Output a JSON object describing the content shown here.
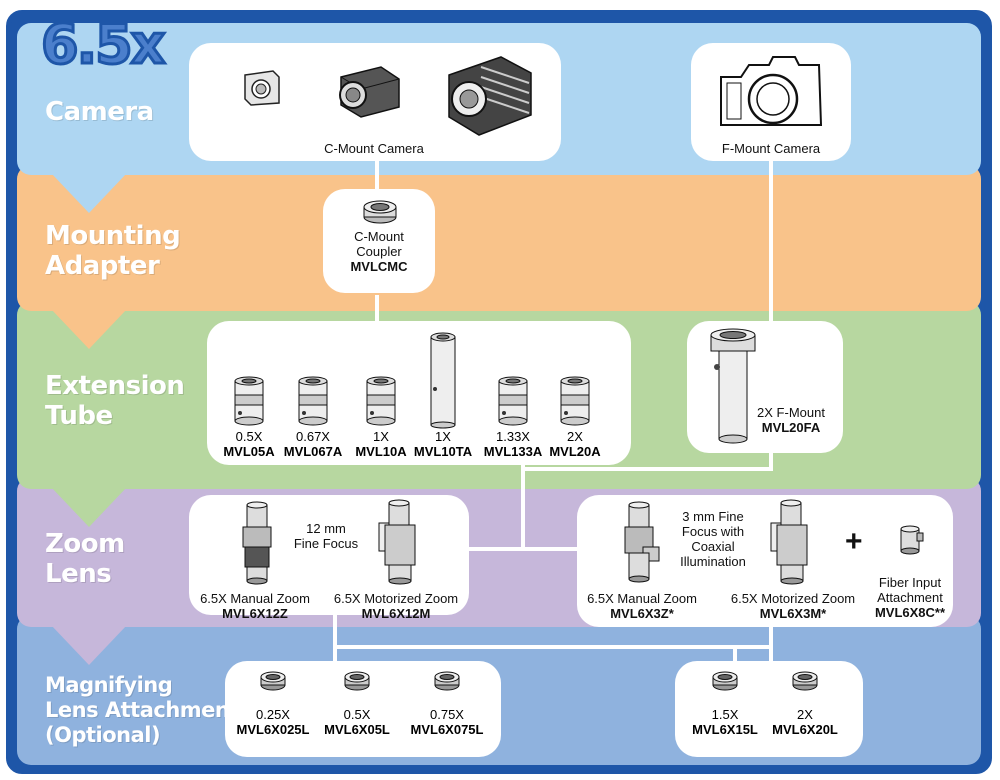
{
  "title": "6.5x",
  "bands": {
    "camera": "Camera",
    "mounting": "Mounting\nAdapter",
    "extension": "Extension\nTube",
    "zoom": "Zoom\nLens",
    "magnifying": "Magnifying\nLens Attachment\n(Optional)"
  },
  "camera": {
    "c_mount": "C-Mount Camera",
    "f_mount": "F-Mount Camera"
  },
  "adapter": {
    "name": "C-Mount\nCoupler",
    "code": "MVLCMC"
  },
  "extension_tubes": [
    {
      "name": "0.5X",
      "code": "MVL05A"
    },
    {
      "name": "0.67X",
      "code": "MVL067A"
    },
    {
      "name": "1X",
      "code": "MVL10A"
    },
    {
      "name": "1X",
      "code": "MVL10TA"
    },
    {
      "name": "1.33X",
      "code": "MVL133A"
    },
    {
      "name": "2X",
      "code": "MVL20A"
    }
  ],
  "extension_fmount": {
    "name": "2X F-Mount",
    "code": "MVL20FA"
  },
  "zoom_left": {
    "note": "12 mm\nFine Focus",
    "items": [
      {
        "name": "6.5X Manual Zoom",
        "code": "MVL6X12Z"
      },
      {
        "name": "6.5X Motorized Zoom",
        "code": "MVL6X12M"
      }
    ]
  },
  "zoom_right": {
    "note": "3 mm Fine\nFocus with\nCoaxial\nIllumination",
    "items": [
      {
        "name": "6.5X Manual Zoom",
        "code": "MVL6X3Z*"
      },
      {
        "name": "6.5X Motorized Zoom",
        "code": "MVL6X3M*"
      },
      {
        "name": "Fiber Input\nAttachment",
        "code": "MVL6X8C**"
      }
    ],
    "plus": "+"
  },
  "magnifiers_left": [
    {
      "name": "0.25X",
      "code": "MVL6X025L"
    },
    {
      "name": "0.5X",
      "code": "MVL6X05L"
    },
    {
      "name": "0.75X",
      "code": "MVL6X075L"
    }
  ],
  "magnifiers_right": [
    {
      "name": "1.5X",
      "code": "MVL6X15L"
    },
    {
      "name": "2X",
      "code": "MVL6X20L"
    }
  ],
  "colors": {
    "camera_band": "#aed6f2",
    "mounting_band": "#f9c38a",
    "extension_band": "#b7d7a0",
    "zoom_band": "#c6b7da",
    "magnifying_band": "#8fb2de",
    "frame": "#1e56a8"
  }
}
